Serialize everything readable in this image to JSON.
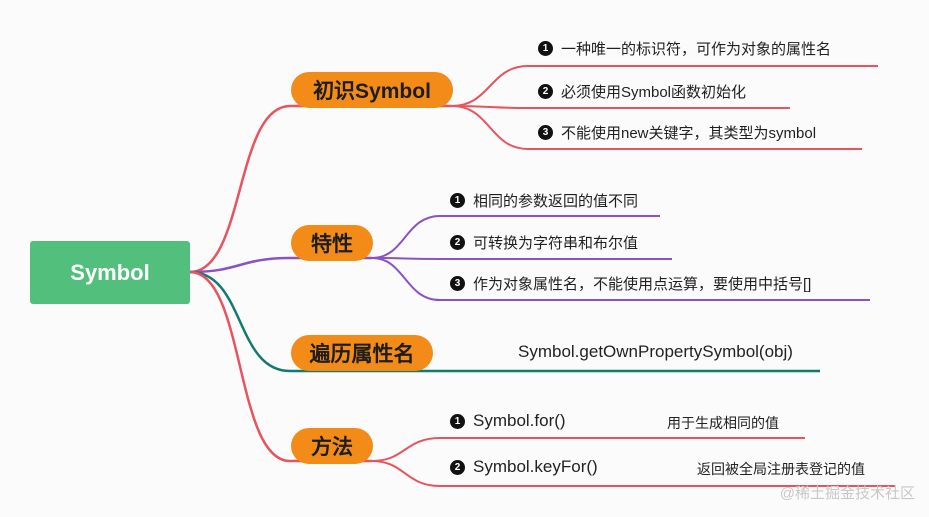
{
  "root": {
    "label": "Symbol"
  },
  "branches": [
    {
      "label": "初识Symbol",
      "color": "#e8545e",
      "children": [
        {
          "num": "1",
          "text": "一种唯一的标识符，可作为对象的属性名"
        },
        {
          "num": "2",
          "text": "必须使用Symbol函数初始化"
        },
        {
          "num": "3",
          "text": "不能使用new关键字，其类型为symbol"
        }
      ]
    },
    {
      "label": "特性",
      "color": "#8a52c4",
      "children": [
        {
          "num": "1",
          "text": "相同的参数返回的值不同"
        },
        {
          "num": "2",
          "text": "可转换为字符串和布尔值"
        },
        {
          "num": "3",
          "text": "作为对象属性名，不能使用点运算，要使用中括号[]"
        }
      ]
    },
    {
      "label": "遍历属性名",
      "color": "#137a6f",
      "children": [
        {
          "text": "Symbol.getOwnPropertySymbol(obj)"
        }
      ]
    },
    {
      "label": "方法",
      "color": "#e8545e",
      "children": [
        {
          "num": "1",
          "text": "Symbol.for()",
          "note": "用于生成相同的值"
        },
        {
          "num": "2",
          "text": "Symbol.keyFor()",
          "note": "返回被全局注册表登记的值"
        }
      ]
    }
  ],
  "watermark": "@稀土掘金技术社区"
}
